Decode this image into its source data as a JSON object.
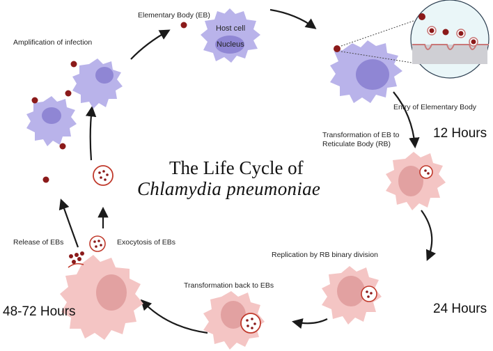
{
  "title": {
    "line1": "The Life Cycle of",
    "line2": "Chlamydia  pneumoniae"
  },
  "labels": {
    "elementary_body": "Elementary Body (EB)",
    "host_cell": "Host cell",
    "nucleus": "Nucleus",
    "entry": "Entry of Elementary Body",
    "transformation_eb_rb_1": "Transformation of EB to",
    "transformation_eb_rb_2": "Reticulate Body (RB)",
    "replication": "Replication by RB binary division",
    "transformation_back": "Transformation  back to EBs",
    "exocytosis": "Exocytosis of EBs",
    "release": "Release of EBs",
    "amplification": "Amplification of infection"
  },
  "times": {
    "t12": "12 Hours",
    "t24": "24 Hours",
    "t48": "48-72  Hours"
  },
  "colors": {
    "host_cell": "#b9b3ea",
    "host_nucleus": "#8f86d4",
    "infected_cell": "#f4c5c4",
    "infected_nucleus": "#e2a1a1",
    "eb": "#8b1a1a",
    "inclusion_ring": "#c0392b",
    "arrow": "#1a1a1a"
  }
}
